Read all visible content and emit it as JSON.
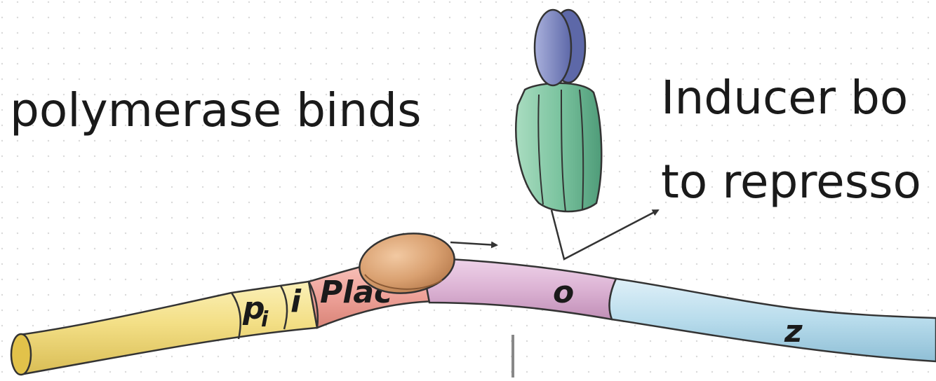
{
  "diagram": {
    "labels": {
      "polymerase_caption": "polymerase binds",
      "inducer_caption_line1": "Inducer bo",
      "inducer_caption_line2": "to represso",
      "region_pi": "p",
      "region_pi_sub": "i",
      "region_i": "i",
      "region_plac": "Plac",
      "region_o": "o",
      "region_z": "z"
    },
    "colors": {
      "background_dots": "#d9d9d9",
      "dna_yellow": "#f3df86",
      "dna_yellow_end": "#e2c24a",
      "dna_pink": "#f0a59c",
      "dna_lilac": "#dcb3d4",
      "dna_blue": "#b8dcec",
      "polymerase": "#d9a070",
      "repressor_green": "#7cc4a0",
      "inducer_blue": "#7b86c4",
      "outline": "#333333",
      "text": "#1a1a1a"
    }
  }
}
